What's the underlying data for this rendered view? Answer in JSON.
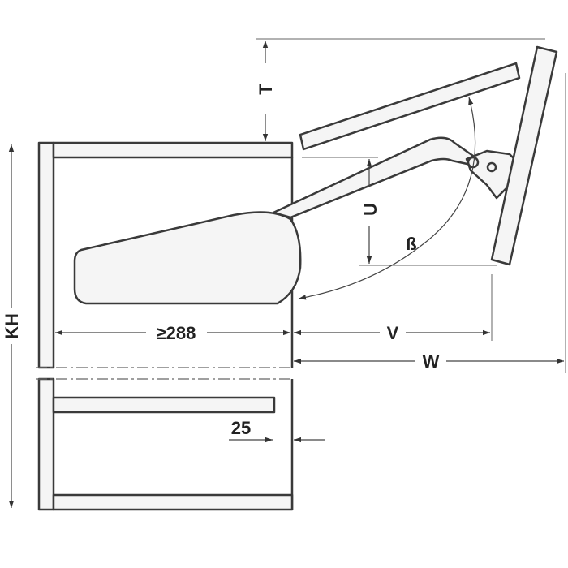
{
  "labels": {
    "T": "T",
    "U": "U",
    "beta": "ß",
    "KH": "KH",
    "min_depth": "≥288",
    "V": "V",
    "W": "W",
    "offset_25": "25"
  },
  "colors": {
    "line": "#3a3a3a",
    "panel_fill": "#f5f5f5",
    "background": "#ffffff"
  }
}
